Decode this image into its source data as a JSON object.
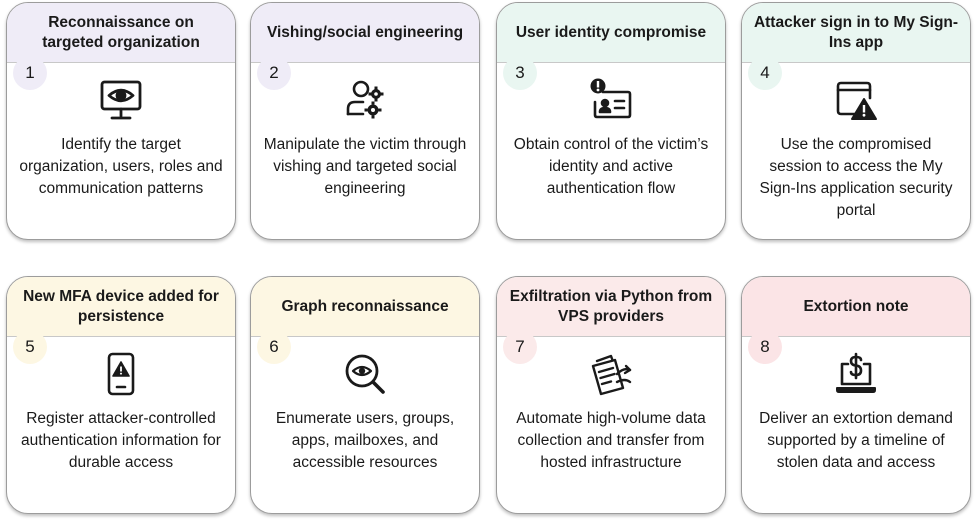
{
  "steps": [
    {
      "number": "1",
      "title": "Reconnaissance on targeted organization",
      "description": "Identify the target organization, users, roles and communication patterns",
      "icon": "monitor-eye-icon",
      "header_color": "#efecf7",
      "badge_color": "#efecf7"
    },
    {
      "number": "2",
      "title": "Vishing/social engineering",
      "description": "Manipulate the victim through vishing and targeted social engineering",
      "icon": "user-gear-icon",
      "header_color": "#efecf7",
      "badge_color": "#efecf7"
    },
    {
      "number": "3",
      "title": "User identity compromise",
      "description": "Obtain control of the victim’s identity and active authentication flow",
      "icon": "id-card-alert-icon",
      "header_color": "#e9f6f1",
      "badge_color": "#e9f6f1"
    },
    {
      "number": "4",
      "title": "Attacker sign in to My Sign-Ins app",
      "description": "Use the compromised session to access the My Sign-Ins application security portal",
      "icon": "window-warning-icon",
      "header_color": "#e9f6f1",
      "badge_color": "#e9f6f1"
    },
    {
      "number": "5",
      "title": "New MFA device added for persistence",
      "description": "Register attacker-controlled authentication information for durable access",
      "icon": "phone-warning-icon",
      "header_color": "#fdf7e3",
      "badge_color": "#fdf7e3"
    },
    {
      "number": "6",
      "title": "Graph reconnaissance",
      "description": "Enumerate users, groups, apps, mailboxes, and accessible resources",
      "icon": "search-eye-icon",
      "header_color": "#fdf7e3",
      "badge_color": "#fdf7e3"
    },
    {
      "number": "7",
      "title": "Exfiltration via Python from VPS providers",
      "description": "Automate high-volume data collection and transfer from hosted infrastructure",
      "icon": "documents-transfer-icon",
      "header_color": "#fbeaea",
      "badge_color": "#fbeaea"
    },
    {
      "number": "8",
      "title": "Extortion note",
      "description": "Deliver an extortion demand supported by a timeline of stolen data and access",
      "icon": "laptop-money-icon",
      "header_color": "#fbe4e6",
      "badge_color": "#fbe4e6"
    }
  ]
}
